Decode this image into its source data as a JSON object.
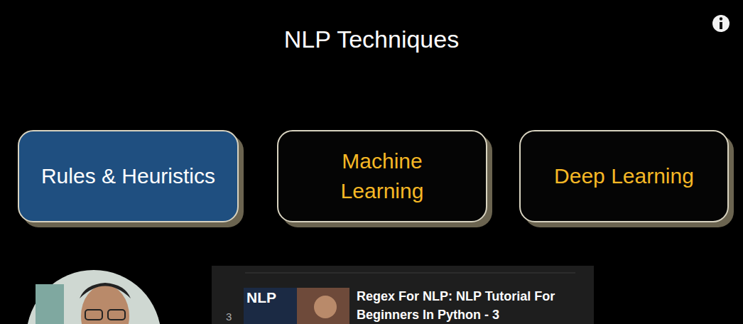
{
  "diagram": {
    "title": "NLP Techniques",
    "nodes": [
      {
        "text": [
          "Rules & Heuristics"
        ]
      },
      {
        "text": [
          "Machine Learning"
        ]
      },
      {
        "text": [
          "Deep Learning"
        ]
      },
      {
        "text": [
          "Regex For NLP: NLP Tutorial For Beginners In Python - 3"
        ]
      }
    ],
    "labels": [
      "3",
      "NLP"
    ]
  }
}
